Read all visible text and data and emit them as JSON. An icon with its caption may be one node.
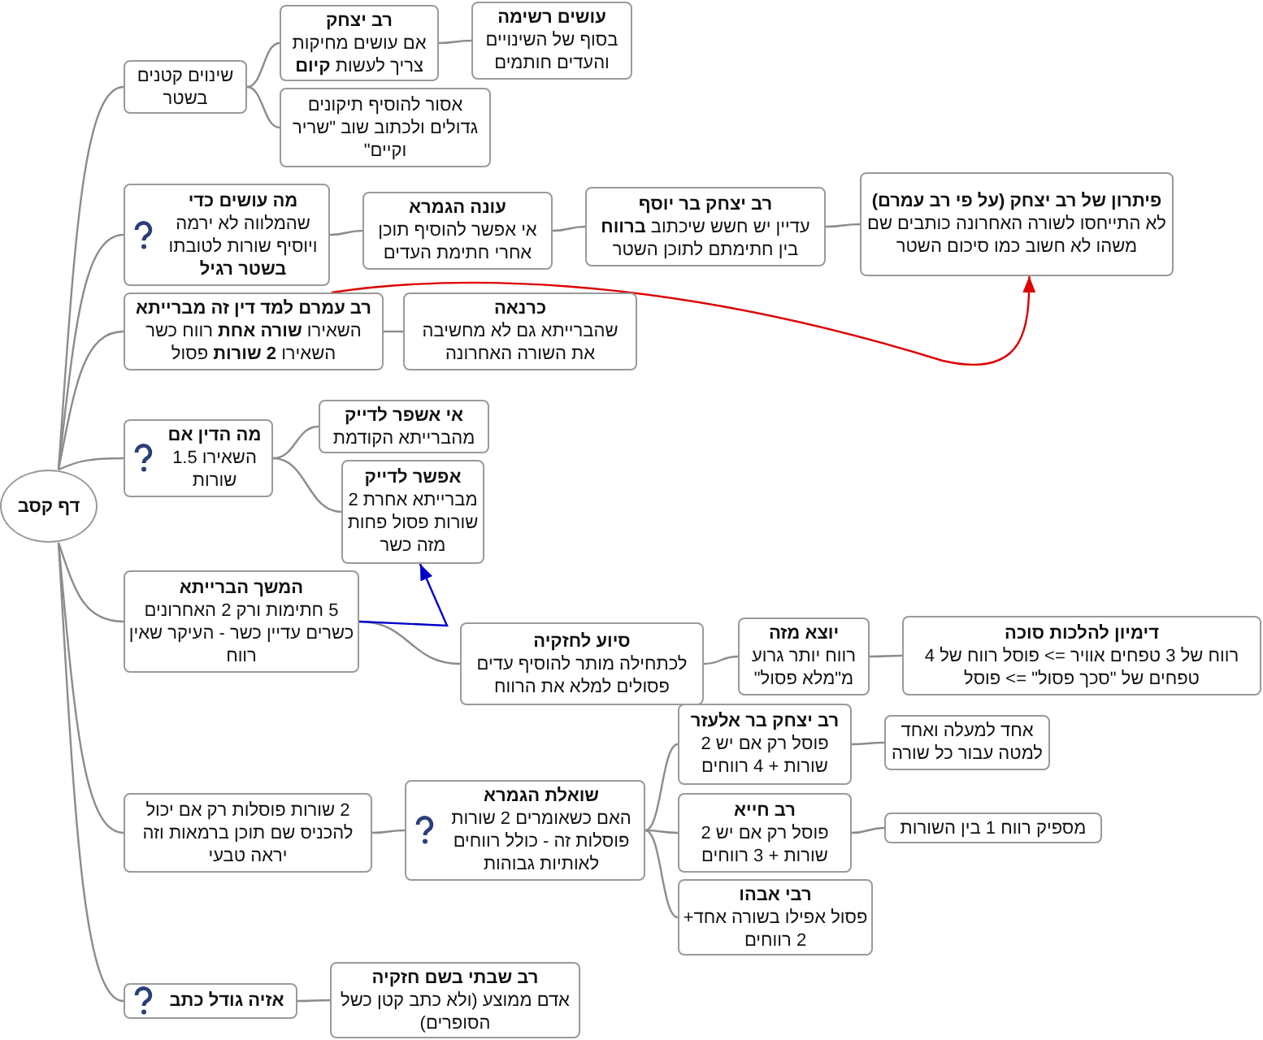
{
  "diagram": {
    "nodes": [
      {
        "text": [
          "דף קסב"
        ]
      },
      {
        "text": [
          "שינוים קטנים בשטר"
        ]
      },
      {
        "text": [
          "רב יצחק",
          "אם עושים מחיקות צריך לעשות **קיום**"
        ]
      },
      {
        "text": [
          "עושים רשימה",
          "בסוף של השינויים והעדים חותמים"
        ]
      },
      {
        "text": [
          "אסור להוסיף תיקונים גדולים ולכתוב שוב \"שריר וקיים\""
        ]
      },
      {
        "text": [
          "מה עושים כדי",
          "שהמלווה לא ירמה ויוסיף שורות לטובתו **בשטר רגיל**"
        ]
      },
      {
        "text": [
          "עונה הגמרא",
          "אי אפשר להוסיף תוכן אחרי חתימת העדים"
        ]
      },
      {
        "text": [
          "רב יצחק בר יוסף",
          "עדיין יש חשש שיכתוב **ברווח** בין חתימתם לתוכן השטר"
        ]
      },
      {
        "text": [
          "פיתרון של רב יצחק (על פי רב עמרם)",
          "לא התייחסו לשורה האחרונה כותבים שם משהו לא חשוב כמו סיכום השטר"
        ]
      },
      {
        "text": [
          "רב עמרם למד דין זה מברייתא",
          "השאירו **שורה אחת** רווח כשר השאירו **2 שורות** פסול"
        ]
      },
      {
        "text": [
          "כרנאה",
          "שהברייתא גם לא מחשיבה את השורה האחרונה"
        ]
      },
      {
        "text": [
          "מה הדין אם",
          "השאירו 1.5 שורות"
        ]
      },
      {
        "text": [
          "אי אשפר לדייק",
          "מהברייתא הקודמת"
        ]
      },
      {
        "text": [
          "אפשר לדייק",
          "מברייתא אחרת 2 שורות פסול פחות מזה כשר"
        ]
      },
      {
        "text": [
          "המשך הברייתא",
          "5 חתימות ורק 2 האחרונים כשרים עדיין כשר - העיקר שאין רווח"
        ]
      },
      {
        "text": [
          "סיוע לחזקיה",
          "לכתחילה מותר להוסיף עדים פסולים למלא את הרווח"
        ]
      },
      {
        "text": [
          "יוצא מזה",
          "רווח יותר גרוע מ\"מלא פסול\""
        ]
      },
      {
        "text": [
          "דימיון להלכות סוכה",
          "רווח של 3 טפחים אוויר => פוסל רווח של 4 טפחים של \"סכך פסול\" => פוסל"
        ]
      },
      {
        "text": [
          "2 שורות פוסלות רק אם יכול להכניס שם תוכן ברמאות וזה יראה טבעי"
        ]
      },
      {
        "text": [
          "שואלת הגמרא",
          "האם כשאומרים 2 שורות פוסלות זה - כולל רווחים לאותיות גבוהות"
        ]
      },
      {
        "text": [
          "רב יצחק בר אלעזר",
          "פוסל רק אם יש 2 שורות + 4 רווחים"
        ]
      },
      {
        "text": [
          "אחד למעלה ואחד למטה עבור כל שורה"
        ]
      },
      {
        "text": [
          "רב חייא",
          "פוסל רק אם יש 2 שורות + 3 רווחים"
        ]
      },
      {
        "text": [
          "מספיק רווח 1 בין השורות"
        ]
      },
      {
        "text": [
          "רבי אבהו",
          "פסול אפילו בשורה אחד+ 2 רווחים"
        ]
      },
      {
        "text": [
          "אזיה גודל כתב"
        ]
      },
      {
        "text": [
          "רב שבתי בשם חזקיה",
          "אדם ממוצע (ולא כתב קטן כשל הסופרים)"
        ]
      }
    ],
    "edges": [
      {
        "from": 0,
        "to": 1,
        "arrow": "none"
      },
      {
        "from": 0,
        "to": 5,
        "arrow": "none"
      },
      {
        "from": 0,
        "to": 9,
        "arrow": "none"
      },
      {
        "from": 0,
        "to": 11,
        "arrow": "none"
      },
      {
        "from": 0,
        "to": 14,
        "arrow": "none"
      },
      {
        "from": 0,
        "to": 18,
        "arrow": "none"
      },
      {
        "from": 0,
        "to": 25,
        "arrow": "none"
      },
      {
        "from": 1,
        "to": 2,
        "arrow": "none"
      },
      {
        "from": 1,
        "to": 4,
        "arrow": "none"
      },
      {
        "from": 2,
        "to": 3,
        "arrow": "none"
      },
      {
        "from": 5,
        "to": 6,
        "arrow": "none"
      },
      {
        "from": 6,
        "to": 7,
        "arrow": "none"
      },
      {
        "from": 7,
        "to": 8,
        "arrow": "none"
      },
      {
        "from": 9,
        "to": 10,
        "arrow": "none"
      },
      {
        "from": 11,
        "to": 12,
        "arrow": "none"
      },
      {
        "from": 11,
        "to": 13,
        "arrow": "none"
      },
      {
        "from": 14,
        "to": 15,
        "arrow": "none"
      },
      {
        "from": 15,
        "to": 16,
        "arrow": "none"
      },
      {
        "from": 16,
        "to": 17,
        "arrow": "none"
      },
      {
        "from": 18,
        "to": 19,
        "arrow": "none"
      },
      {
        "from": 19,
        "to": 20,
        "arrow": "none"
      },
      {
        "from": 19,
        "to": 22,
        "arrow": "none"
      },
      {
        "from": 19,
        "to": 24,
        "arrow": "none"
      },
      {
        "from": 20,
        "to": 21,
        "arrow": "none"
      },
      {
        "from": 22,
        "to": 23,
        "arrow": "none"
      },
      {
        "from": 25,
        "to": 26,
        "arrow": "none"
      },
      {
        "from": 9,
        "to": 8,
        "arrow": "to",
        "color": "#dd0000"
      },
      {
        "from": 14,
        "to": 13,
        "arrow": "to",
        "color": "#0000cc"
      }
    ]
  }
}
